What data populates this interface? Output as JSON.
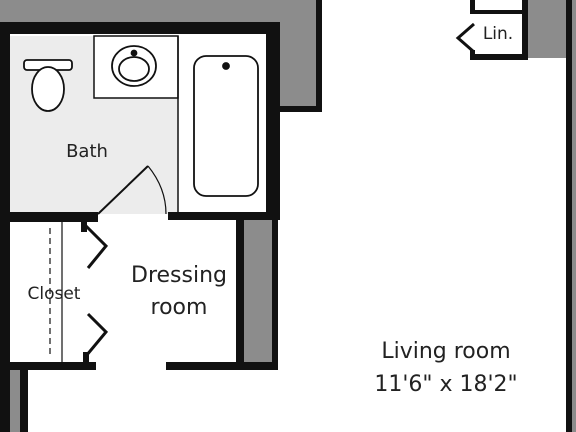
{
  "rooms": {
    "bath": "Bath",
    "closet": "Closet",
    "dressing_line1": "Dressing",
    "dressing_line2": "room",
    "linen": "Lin.",
    "living_line1": "Living room",
    "living_line2": "11'6\" x 18'2\""
  },
  "colors": {
    "wall": "#111111",
    "fill_gray": "#8c8c8c",
    "floor_tile": "#ececec",
    "background": "#ffffff"
  }
}
